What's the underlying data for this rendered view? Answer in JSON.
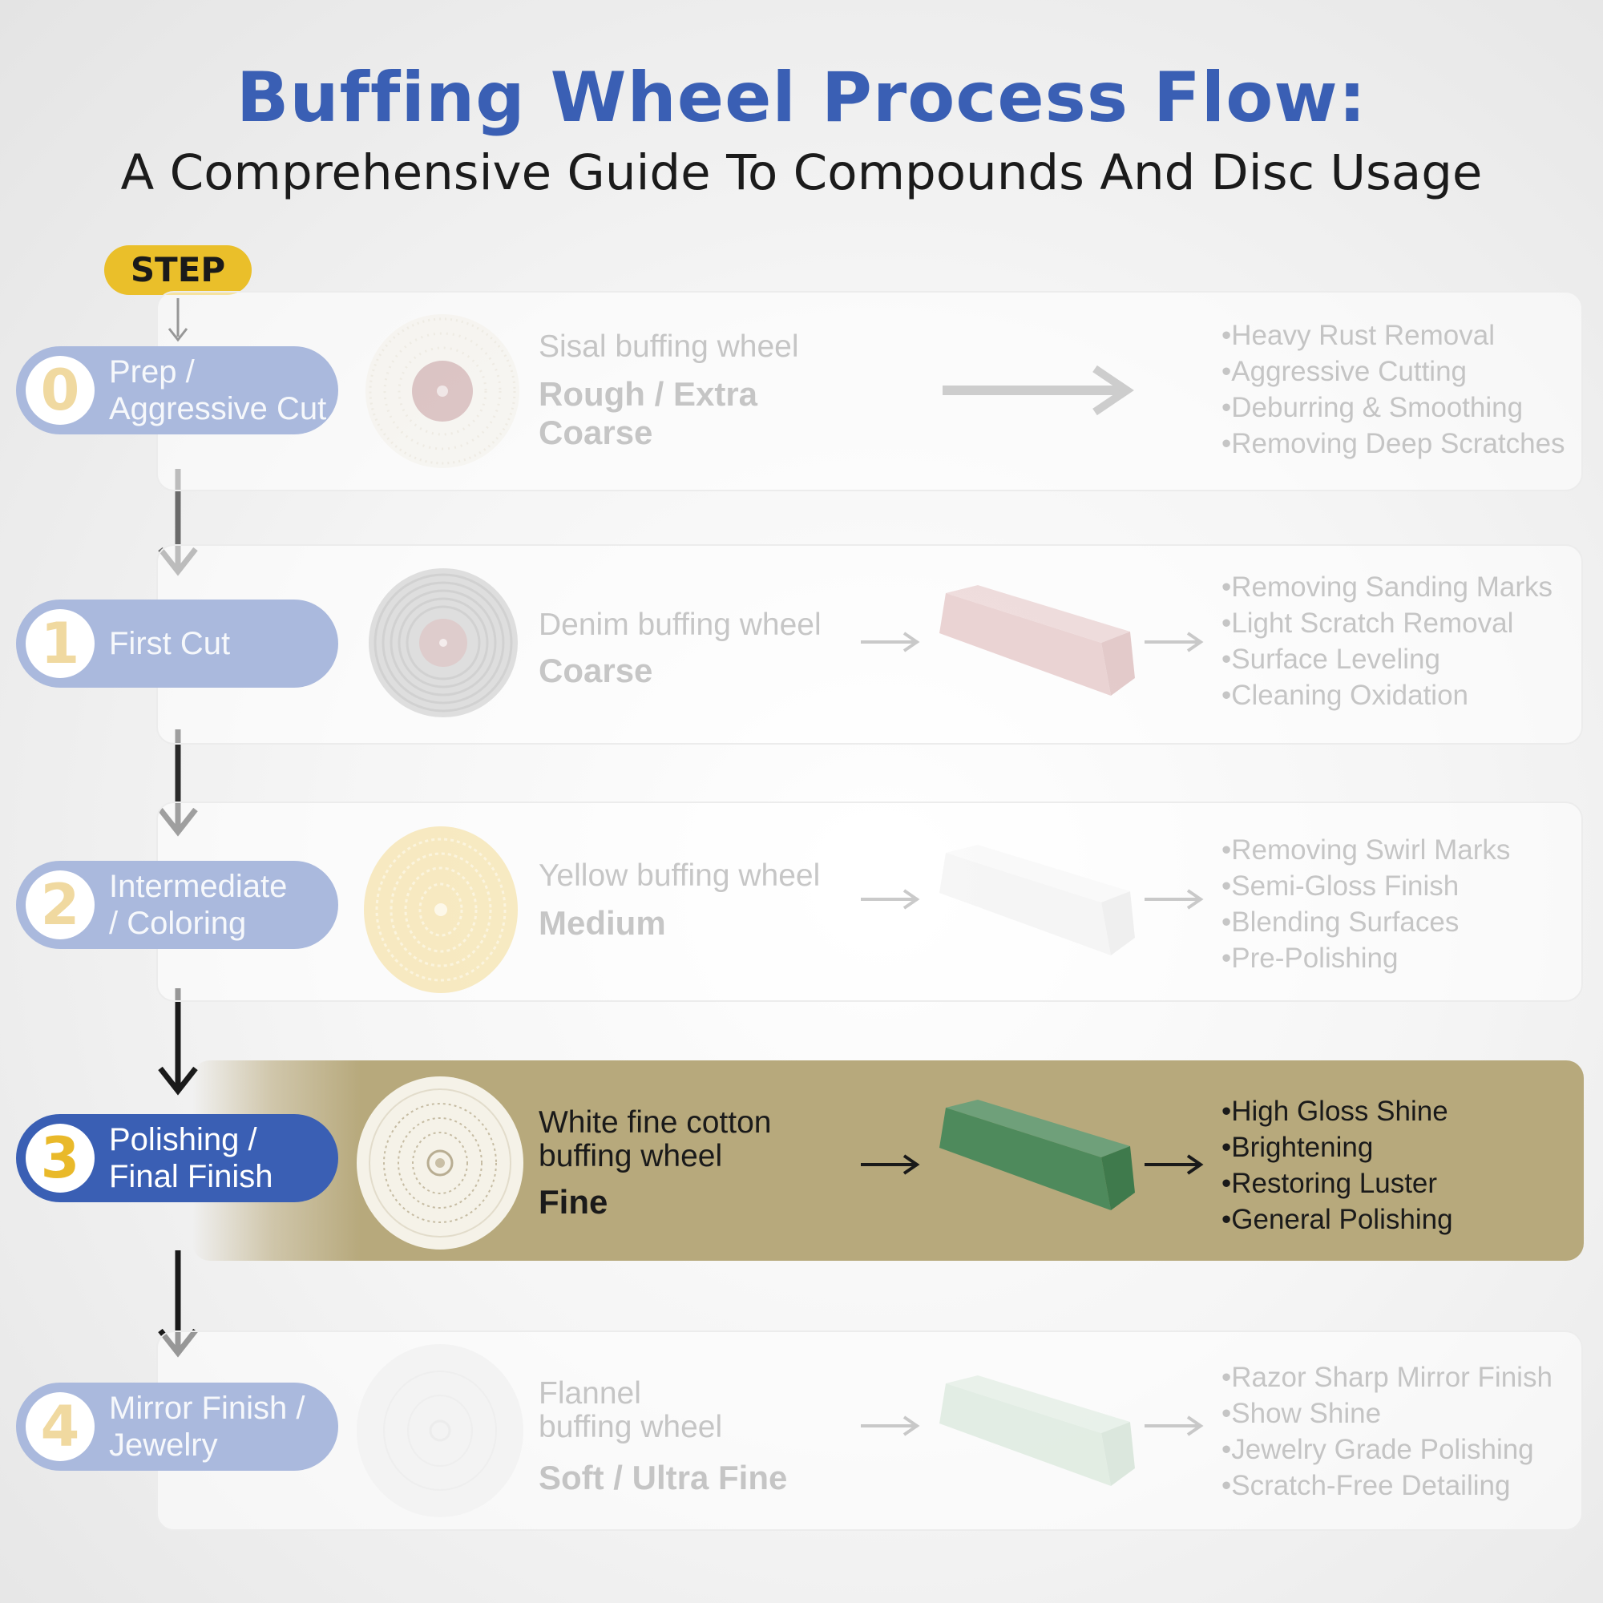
{
  "title": "Buffing Wheel Process Flow:",
  "subtitle": "A Comprehensive Guide To Compounds And Disc Usage",
  "step_badge": "STEP",
  "colors": {
    "title_blue": "#3a5fb4",
    "badge_yellow": "#eabf2a",
    "active_band": "#b7a97c",
    "pill_faded": "#aab9dd",
    "pill_active": "#3a5fb4"
  },
  "steps": [
    {
      "number": "0",
      "label_line1": "Prep /",
      "label_line2": "Aggressive Cut",
      "wheel_name_line1": "Sisal buffing wheel",
      "wheel_name_line2": "",
      "grit_line1": "Rough / Extra",
      "grit_line2": "Coarse",
      "wheel_icon": "sisal-wheel-icon",
      "compound_icon": "",
      "uses": [
        "•Heavy Rust Removal",
        "•Aggressive Cutting",
        "•Deburring & Smoothing",
        "•Removing Deep Scratches"
      ]
    },
    {
      "number": "1",
      "label_line1": "First Cut",
      "label_line2": "",
      "wheel_name_line1": "Denim buffing wheel",
      "wheel_name_line2": "",
      "grit_line1": "Coarse",
      "grit_line2": "",
      "wheel_icon": "denim-wheel-icon",
      "compound_icon": "red-compound-bar-icon",
      "uses": [
        "•Removing Sanding Marks",
        "•Light Scratch Removal",
        "•Surface Leveling",
        "•Cleaning Oxidation"
      ]
    },
    {
      "number": "2",
      "label_line1": "Intermediate",
      "label_line2": "/ Coloring",
      "wheel_name_line1": "Yellow buffing wheel",
      "wheel_name_line2": "",
      "grit_line1": "Medium",
      "grit_line2": "",
      "wheel_icon": "yellow-wheel-icon",
      "compound_icon": "white-compound-bar-icon",
      "uses": [
        "•Removing Swirl Marks",
        "•Semi-Gloss Finish",
        "•Blending Surfaces",
        "•Pre-Polishing"
      ]
    },
    {
      "number": "3",
      "label_line1": "Polishing /",
      "label_line2": "Final Finish",
      "wheel_name_line1": "White fine cotton",
      "wheel_name_line2": "buffing wheel",
      "grit_line1": "Fine",
      "grit_line2": "",
      "wheel_icon": "white-cotton-wheel-icon",
      "compound_icon": "green-compound-bar-icon",
      "uses": [
        "•High Gloss Shine",
        "•Brightening",
        "•Restoring Luster",
        "•General Polishing"
      ]
    },
    {
      "number": "4",
      "label_line1": "Mirror Finish /",
      "label_line2": "Jewelry",
      "wheel_name_line1": "Flannel",
      "wheel_name_line2": "buffing wheel",
      "grit_line1": "Soft / Ultra Fine",
      "grit_line2": "",
      "wheel_icon": "flannel-wheel-icon",
      "compound_icon": "light-green-compound-bar-icon",
      "uses": [
        "•Razor Sharp Mirror Finish",
        "•Show Shine",
        "•Jewelry Grade Polishing",
        "•Scratch-Free Detailing"
      ]
    }
  ]
}
